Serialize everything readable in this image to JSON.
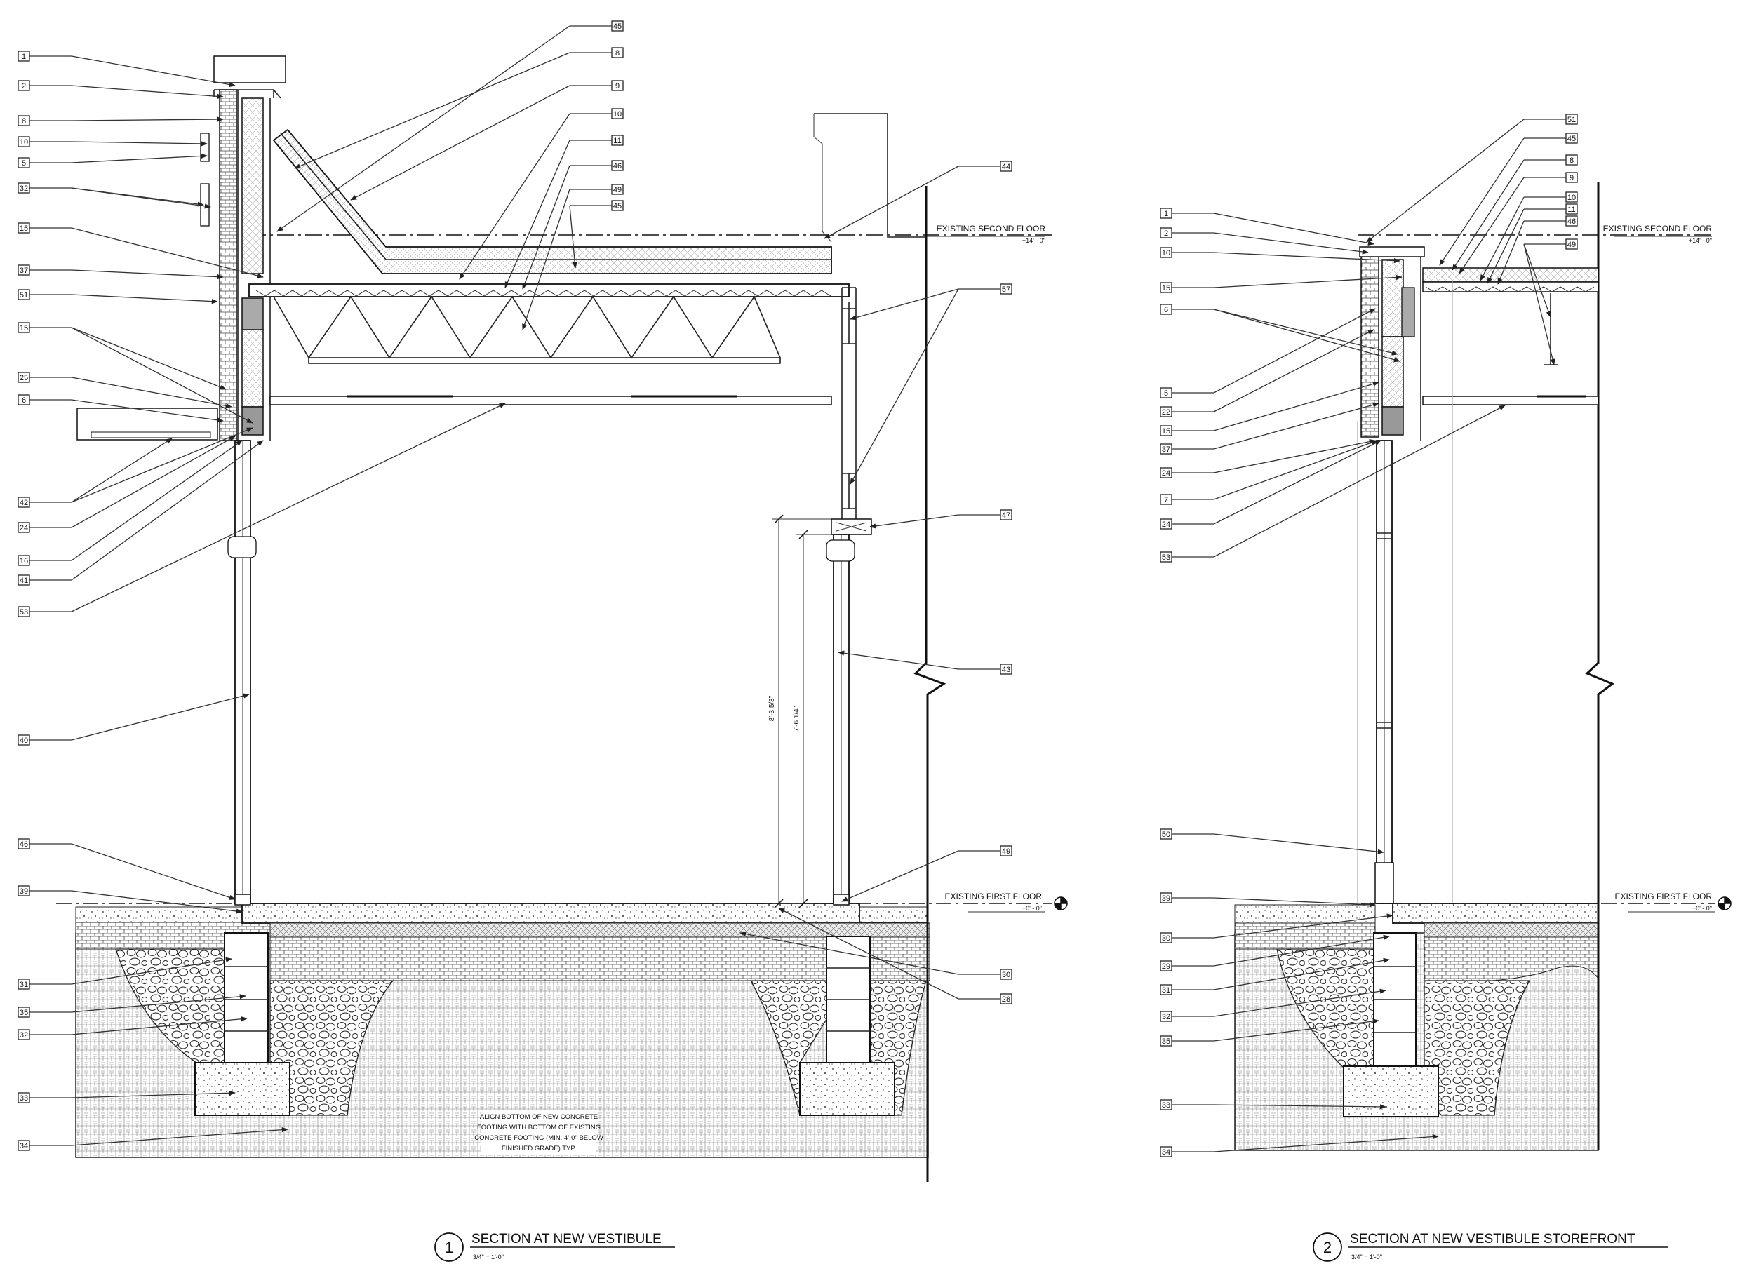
{
  "levels": {
    "second_floor_1": {
      "name": "EXISTING SECOND FLOOR",
      "elev": "+14' - 0\""
    },
    "first_floor_1": {
      "name": "EXISTING FIRST FLOOR",
      "elev": "+0' - 0\""
    },
    "second_floor_2": {
      "name": "EXISTING SECOND FLOOR",
      "elev": "+14' - 0\""
    },
    "first_floor_2": {
      "name": "EXISTING FIRST FLOOR",
      "elev": "+0' - 0\""
    }
  },
  "dimensions": {
    "overall": "8'-3 5/8\"",
    "clear": "7'-6 1/4\""
  },
  "notes": {
    "footing": [
      "ALIGN BOTTOM OF NEW CONCRETE",
      "FOOTING WITH BOTTOM OF EXISTING",
      "CONCRETE FOOTING (MIN. 4'-0\" BELOW",
      "FINISHED GRADE) TYP."
    ]
  },
  "titles": {
    "section1": {
      "number": "1",
      "title": "SECTION AT NEW VESTIBULE",
      "scale": "3/4\" = 1'-0\""
    },
    "section2": {
      "number": "2",
      "title": "SECTION AT NEW VESTIBULE STOREFRONT",
      "scale": "3/4\" = 1'-0\""
    }
  },
  "tags": {
    "s1_left": [
      "1",
      "2",
      "8",
      "10",
      "5",
      "32",
      "15",
      "37",
      "51",
      "15",
      "25",
      "6",
      "42",
      "24",
      "16",
      "41",
      "53",
      "40",
      "46",
      "39",
      "31",
      "35",
      "32",
      "33",
      "34"
    ],
    "s1_top": [
      "45",
      "8",
      "9",
      "10",
      "11",
      "46",
      "49",
      "45"
    ],
    "s1_right": [
      "44",
      "57",
      "47",
      "43",
      "49",
      "30",
      "28"
    ],
    "s2_left": [
      "1",
      "2",
      "10",
      "15",
      "6",
      "5",
      "22",
      "15",
      "37",
      "24",
      "7",
      "24",
      "53",
      "50",
      "39",
      "30",
      "29",
      "31",
      "32",
      "35",
      "33",
      "34"
    ],
    "s2_top": [
      "51",
      "45",
      "8",
      "9",
      "10",
      "11",
      "46",
      "49"
    ]
  }
}
